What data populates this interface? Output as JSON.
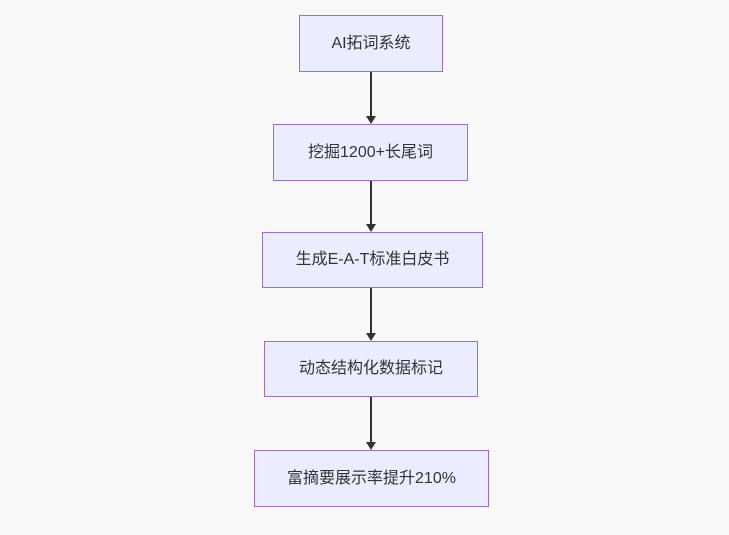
{
  "diagram": {
    "type": "flowchart",
    "direction": "top-down",
    "nodes": [
      {
        "label": "AI拓词系统"
      },
      {
        "label": "挖掘1200+长尾词"
      },
      {
        "label": "生成E-A-T标准白皮书"
      },
      {
        "label": "动态结构化数据标记"
      },
      {
        "label": "富摘要展示率提升210%"
      }
    ],
    "edges": [
      {
        "from": "AI拓词系统",
        "to": "挖掘1200+长尾词"
      },
      {
        "from": "挖掘1200+长尾词",
        "to": "生成E-A-T标准白皮书"
      },
      {
        "from": "生成E-A-T标准白皮书",
        "to": "动态结构化数据标记"
      },
      {
        "from": "动态结构化数据标记",
        "to": "富摘要展示率提升210%"
      }
    ],
    "colors": {
      "background": "#f8f8f8",
      "node_fill": "#ececff",
      "node_border": "#9370db",
      "edge_line": "#333333",
      "text": "#333333"
    }
  }
}
